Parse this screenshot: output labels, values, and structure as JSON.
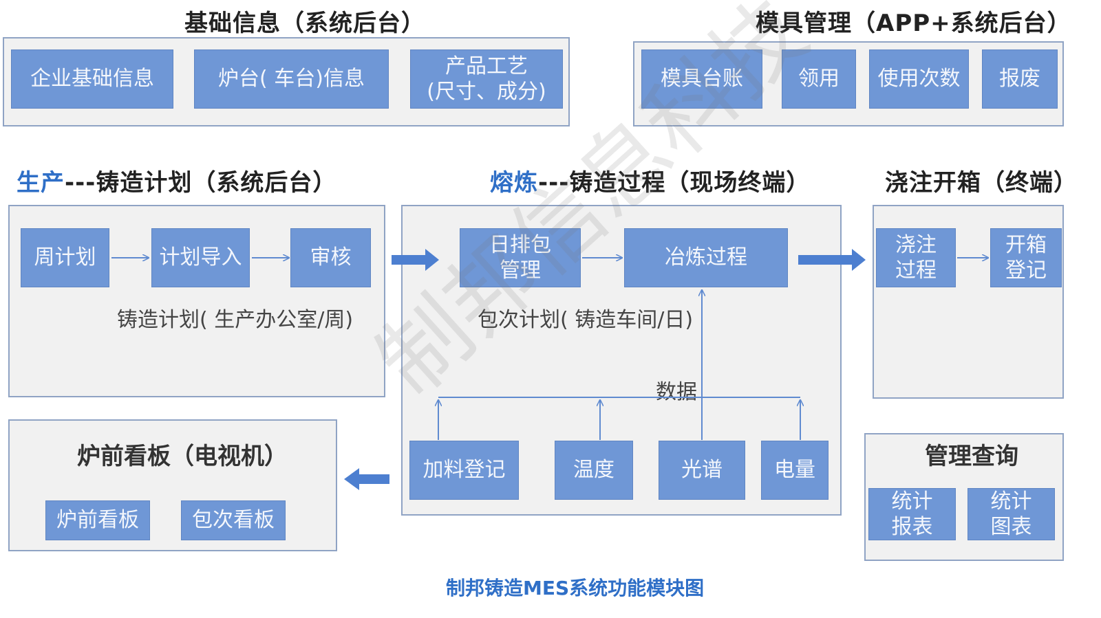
{
  "basic_info": {
    "title": "基础信息（系统后台）",
    "items": [
      "企业基础信息",
      "炉台( 车台)信息",
      "产品工艺",
      "(尺寸、成分)"
    ]
  },
  "mold": {
    "title": "模具管理（APP+系统后台）",
    "items": [
      "模具台账",
      "领用",
      "使用次数",
      "报废"
    ]
  },
  "production": {
    "title_accent": "生产",
    "title_rest": "---铸造计划（系统后台）",
    "steps": [
      "周计划",
      "计划导入",
      "审核"
    ],
    "note": "铸造计划( 生产办公室/周)"
  },
  "smelting": {
    "title_accent": "熔炼",
    "title_rest": "---铸造过程（现场终端）",
    "pack_line1": "日排包",
    "pack_line2": "管理",
    "process": "冶炼过程",
    "note": "包次计划( 铸造车间/日)",
    "data_label": "数据",
    "inputs": [
      "加料登记",
      "温度",
      "光谱",
      "电量"
    ]
  },
  "pouring": {
    "title": "浇注开箱（终端）",
    "step1_line1": "浇注",
    "step1_line2": "过程",
    "step2_line1": "开箱",
    "step2_line2": "登记"
  },
  "board": {
    "title": "炉前看板（电视机）",
    "items": [
      "炉前看板",
      "包次看板"
    ]
  },
  "query": {
    "title": "管理查询",
    "item1_line1": "统计",
    "item1_line2": "报表",
    "item2_line1": "统计",
    "item2_line1b": "统计",
    "item2_line2": "图表"
  },
  "watermark": "制邦信息科技",
  "footer": "制邦铸造MES系统功能模块图",
  "colors": {
    "box": "#6f97d6",
    "accent": "#2f6fc7",
    "panel": "#f1f1f1",
    "border": "#8fa3c4"
  }
}
